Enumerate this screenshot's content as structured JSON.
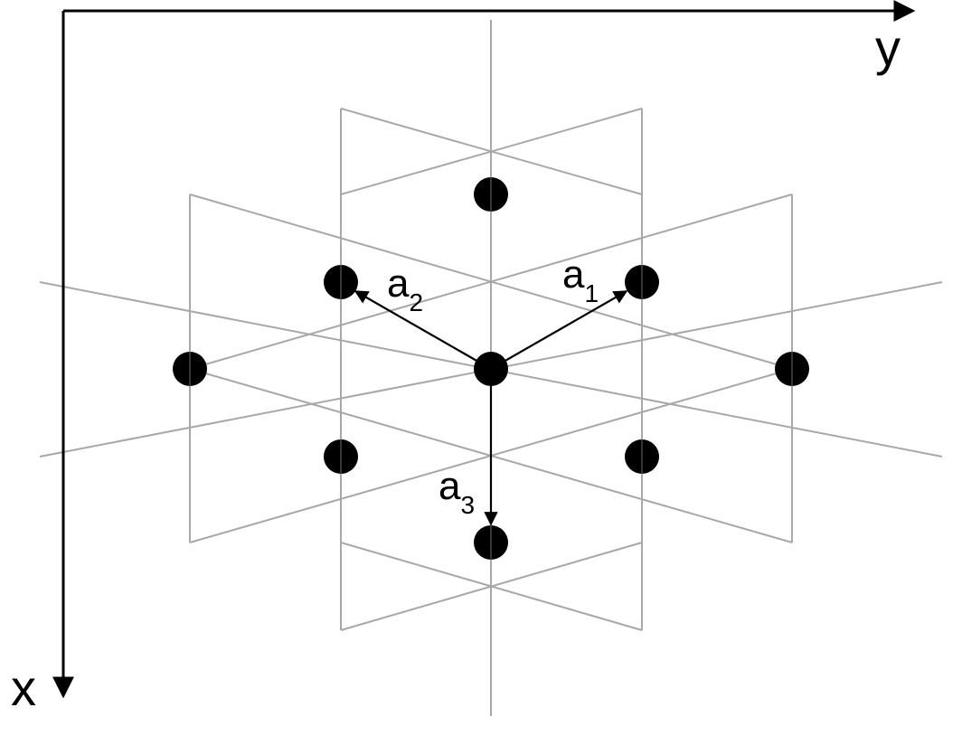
{
  "axes": {
    "x_label": "x",
    "y_label": "y"
  },
  "vectors": [
    {
      "base": "a",
      "sub": "1"
    },
    {
      "base": "a",
      "sub": "2"
    },
    {
      "base": "a",
      "sub": "3"
    }
  ],
  "colors": {
    "lattice_line": "#a8a8a8",
    "site": "#000000",
    "vector": "#000000",
    "axis": "#000000",
    "background": "#ffffff"
  }
}
